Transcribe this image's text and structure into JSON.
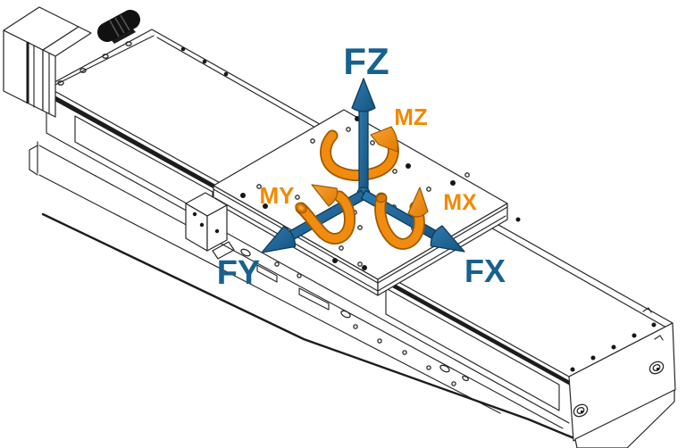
{
  "figure": {
    "description": "Isometric CAD line drawing of a motorized linear translation stage; force and moment axes drawn at the centre of the carriage plate",
    "background": "#ffffff",
    "machine": {
      "parts": [
        "motor-block",
        "motor-connector",
        "base-rail",
        "carriage-plate",
        "limit-sensor-block",
        "mounting-flange",
        "end-face"
      ]
    },
    "axes": {
      "forces": [
        {
          "id": "fz",
          "label": "FZ",
          "direction": "up"
        },
        {
          "id": "fy",
          "label": "FY",
          "direction": "lower-left"
        },
        {
          "id": "fx",
          "label": "FX",
          "direction": "lower-right"
        }
      ],
      "moments": [
        {
          "id": "mz",
          "label": "MZ",
          "about": "fz"
        },
        {
          "id": "my",
          "label": "MY",
          "about": "fy"
        },
        {
          "id": "mx",
          "label": "MX",
          "about": "fx"
        }
      ]
    },
    "colors": {
      "force_arrow": "#1d6091",
      "force_label": "#17618f",
      "moment_arrow": "#f28c0e",
      "moment_label": "#f28900",
      "drawing_line": "#262626",
      "background": "#ffffff"
    }
  }
}
